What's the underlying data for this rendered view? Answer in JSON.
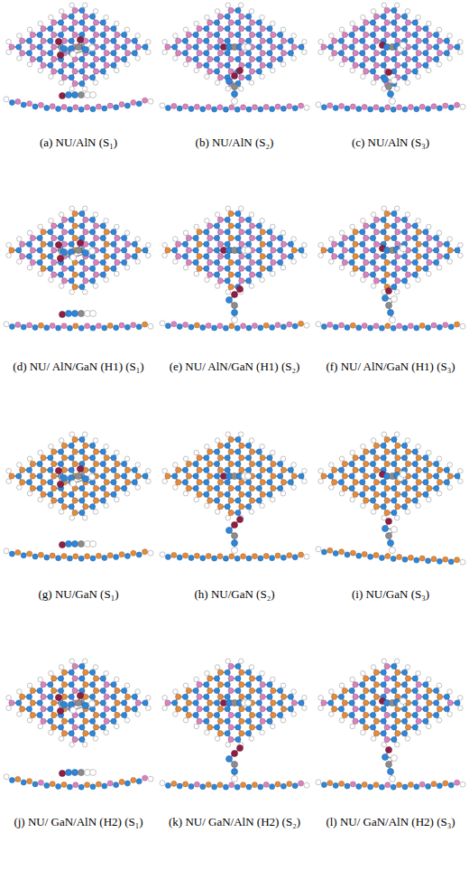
{
  "diagram": {
    "labels": [
      "(a) NU/AlN (S₁)",
      "(b) NU/AlN (S₂)",
      "(c) NU/AlN (S₃)",
      "(d) NU/ AlN/GaN (H1) (S₁)",
      "(e) NU/ AlN/GaN (H1) (S₂)",
      "(f) NU/ AlN/GaN (H1) (S₃)",
      "(g) NU/GaN (S₁)",
      "(h) NU/GaN (S₂)",
      "(i) NU/GaN (S₃)",
      "(j) NU/ GaN/AlN (H2) (S₁)",
      "(k) NU/ GaN/AlN (H2) (S₂)",
      "(l) NU/ GaN/AlN (H2) (S₃)"
    ]
  }
}
